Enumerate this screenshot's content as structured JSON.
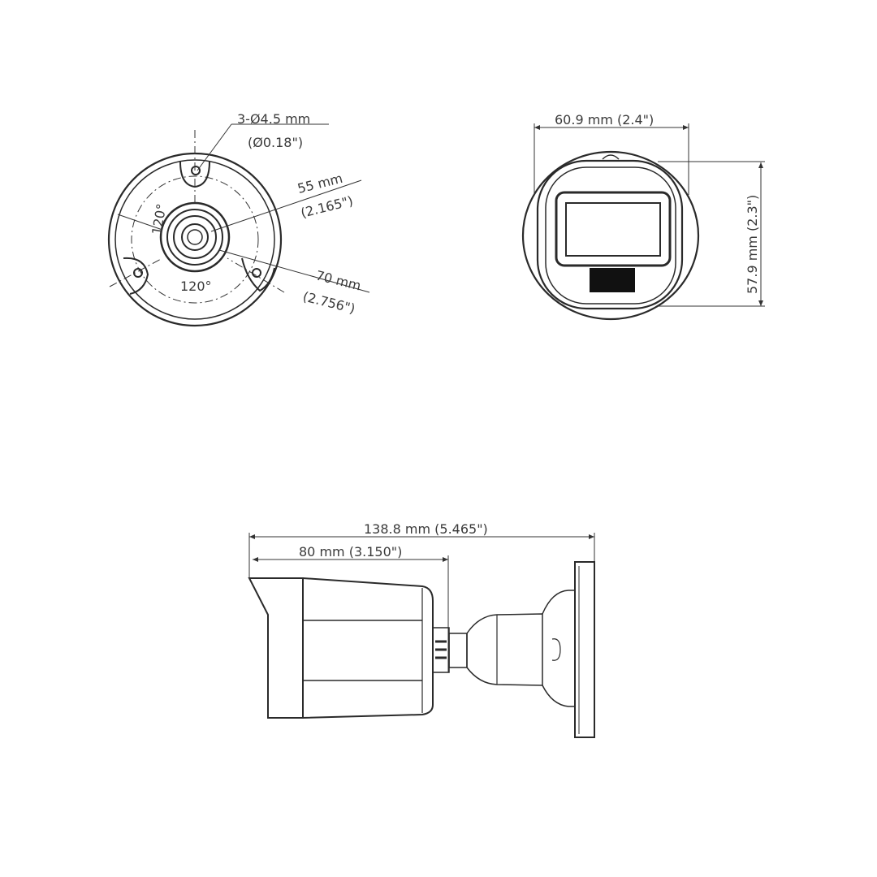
{
  "diagram": {
    "type": "technical-dimension-drawing",
    "subject": "bullet camera",
    "views": [
      {
        "name": "base-view",
        "labels": {
          "hole_spec": "3-Ø4.5 mm",
          "hole_spec_in": "(Ø0.18\")",
          "inner_dia": "55 mm",
          "inner_dia_in": "(2.165\")",
          "outer_dia": "70 mm",
          "outer_dia_in": "(2.756\")",
          "angle_a": "120°",
          "angle_b": "120°"
        }
      },
      {
        "name": "front-view",
        "labels": {
          "width": "60.9 mm (2.4\")",
          "height": "57.9 mm (2.3\")"
        }
      },
      {
        "name": "side-view",
        "labels": {
          "total_length": "138.8 mm (5.465\")",
          "body_length": "80 mm (3.150\")"
        }
      }
    ]
  }
}
